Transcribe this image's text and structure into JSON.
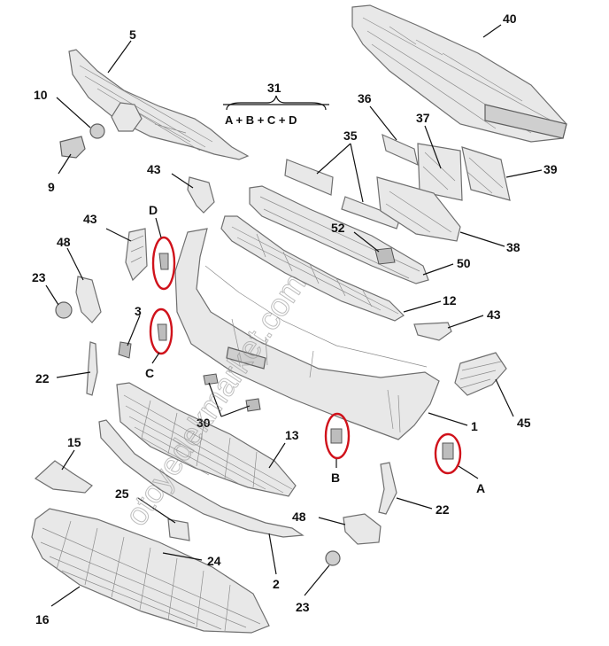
{
  "callouts": {
    "c1": "1",
    "c2": "2",
    "c3": "3",
    "c5": "5",
    "c9": "9",
    "c10": "10",
    "c12": "12",
    "c13": "13",
    "c15": "15",
    "c16": "16",
    "c22a": "22",
    "c22b": "22",
    "c23a": "23",
    "c23b": "23",
    "c24": "24",
    "c25": "25",
    "c30": "30",
    "c31": "31",
    "c35": "35",
    "c36": "36",
    "c37": "37",
    "c38": "38",
    "c39": "39",
    "c40": "40",
    "c43a": "43",
    "c43b": "43",
    "c43c": "43",
    "c45": "45",
    "c48a": "48",
    "c48b": "48",
    "c50": "50",
    "c52": "52"
  },
  "formula": "A + B + C + D",
  "markers": {
    "A": "A",
    "B": "B",
    "C": "C",
    "D": "D"
  },
  "watermark": "otoyedekmarket.com",
  "colors": {
    "part_fill": "#e8e8e8",
    "part_stroke": "#6f6f6f",
    "highlight": "#d0121b",
    "text": "#111111"
  }
}
